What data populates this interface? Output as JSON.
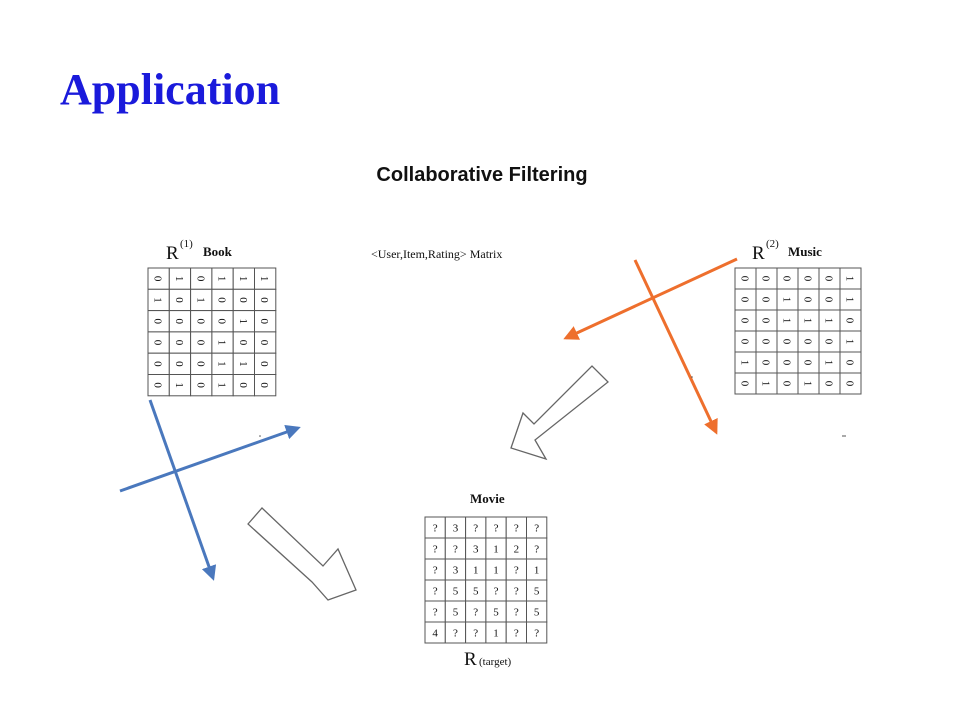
{
  "slide": {
    "title": "Application",
    "subtitle": "Collaborative Filtering"
  },
  "diagram": {
    "center_label": "<User,Item,Rating> Matrix",
    "book": {
      "symbol": "R",
      "superscript": "(1)",
      "label": "Book",
      "rows": [
        [
          "0",
          "1",
          "0",
          "1",
          "1",
          "1"
        ],
        [
          "1",
          "0",
          "1",
          "0",
          "0",
          "0"
        ],
        [
          "0",
          "0",
          "0",
          "0",
          "1",
          "0"
        ],
        [
          "0",
          "0",
          "0",
          "1",
          "0",
          "0"
        ],
        [
          "0",
          "0",
          "0",
          "1",
          "1",
          "0"
        ],
        [
          "0",
          "1",
          "0",
          "1",
          "0",
          "0"
        ]
      ]
    },
    "music": {
      "symbol": "R",
      "superscript": "(2)",
      "label": "Music",
      "rows": [
        [
          "0",
          "0",
          "0",
          "0",
          "0",
          "1"
        ],
        [
          "0",
          "0",
          "1",
          "0",
          "0",
          "1"
        ],
        [
          "0",
          "0",
          "1",
          "1",
          "1",
          "0"
        ],
        [
          "0",
          "0",
          "0",
          "0",
          "0",
          "1"
        ],
        [
          "1",
          "0",
          "0",
          "0",
          "1",
          "0"
        ],
        [
          "0",
          "1",
          "0",
          "1",
          "0",
          "0"
        ]
      ]
    },
    "movie": {
      "label": "Movie",
      "symbol": "R",
      "subscript": "(target)",
      "rows": [
        [
          "?",
          "3",
          "?",
          "?",
          "?",
          "?"
        ],
        [
          "?",
          "?",
          "3",
          "1",
          "2",
          "?"
        ],
        [
          "?",
          "3",
          "1",
          "1",
          "?",
          "1"
        ],
        [
          "?",
          "5",
          "5",
          "?",
          "?",
          "5"
        ],
        [
          "?",
          "5",
          "?",
          "5",
          "?",
          "5"
        ],
        [
          "4",
          "?",
          "?",
          "1",
          "?",
          "?"
        ]
      ]
    },
    "colors": {
      "blue_arrow": "#4a78bd",
      "orange_arrow": "#ee6f2d",
      "title": "#1a1adb"
    }
  }
}
